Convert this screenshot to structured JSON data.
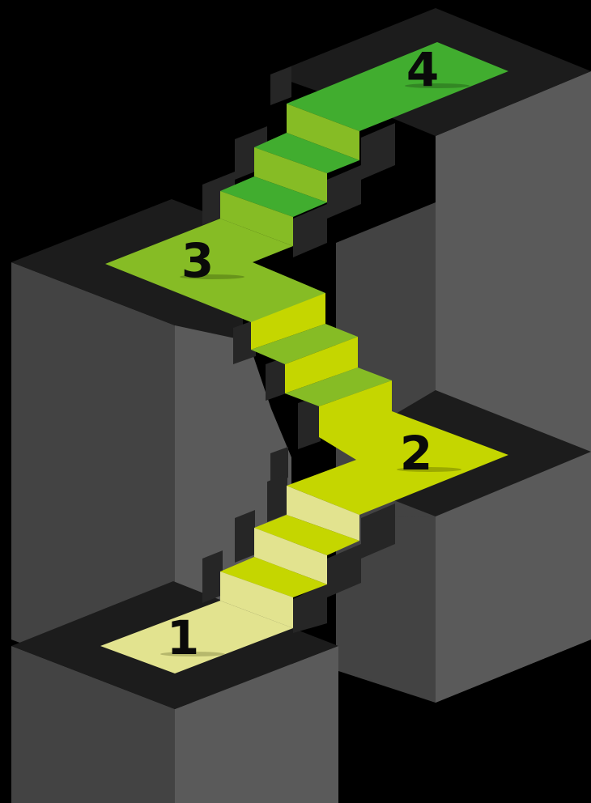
{
  "steps": [
    {
      "label": "1"
    },
    {
      "label": "2"
    },
    {
      "label": "3"
    },
    {
      "label": "4"
    }
  ],
  "colors": {
    "background": "#000000",
    "block_dark_face": "#414141",
    "block_light_face": "#5a5a5a",
    "block_top_edge": "#1c1c1c",
    "step_shadow": "#262626",
    "level_1": "#e2e38f",
    "level_2": "#c5d600",
    "level_3": "#86bc25",
    "level_4": "#41ad2f",
    "text": "#0a0a0a"
  }
}
